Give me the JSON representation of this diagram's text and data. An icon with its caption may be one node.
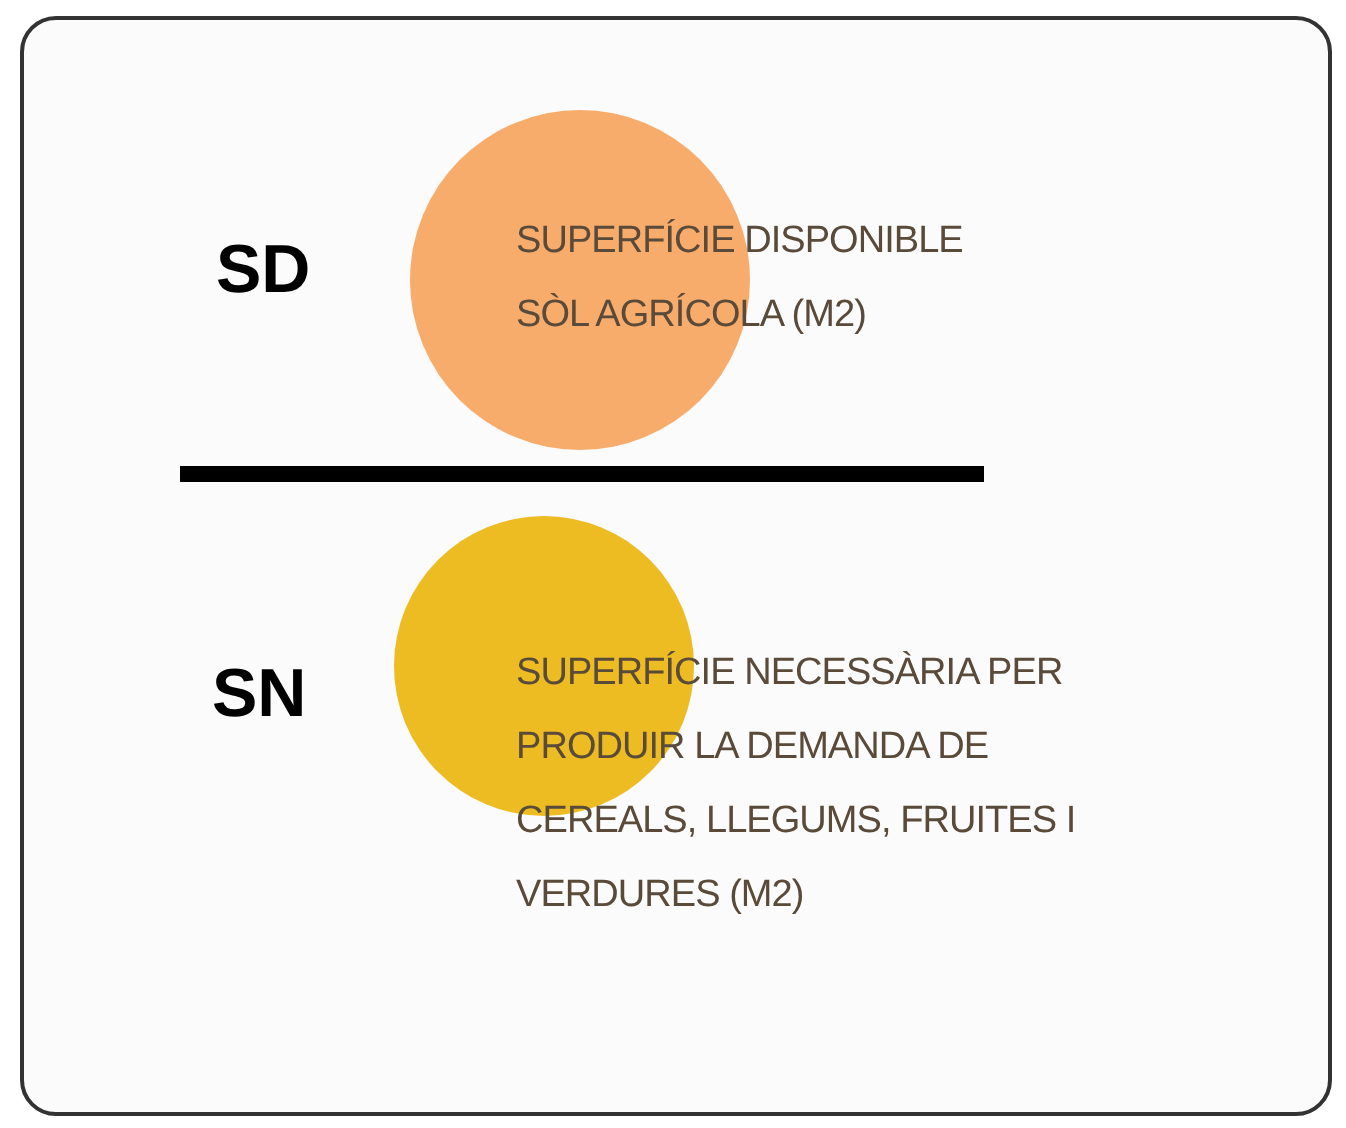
{
  "diagram": {
    "nodes": [
      {
        "text": [],
        "shape": "circle"
      },
      {
        "text": [
          "SUPERFÍCIE DISPONIBLE SÒL AGRÍCOLA (M2)"
        ]
      },
      {
        "text": [],
        "shape": "circle"
      },
      {
        "text": [
          "SUPERFÍCIE NECESSÀRIA PER PRODUIR LA DEMANDA DE CEREALS, LLEGUMS, FRUITES I VERDURES (M2)"
        ]
      }
    ],
    "labels": [
      "SD",
      "SN"
    ]
  }
}
